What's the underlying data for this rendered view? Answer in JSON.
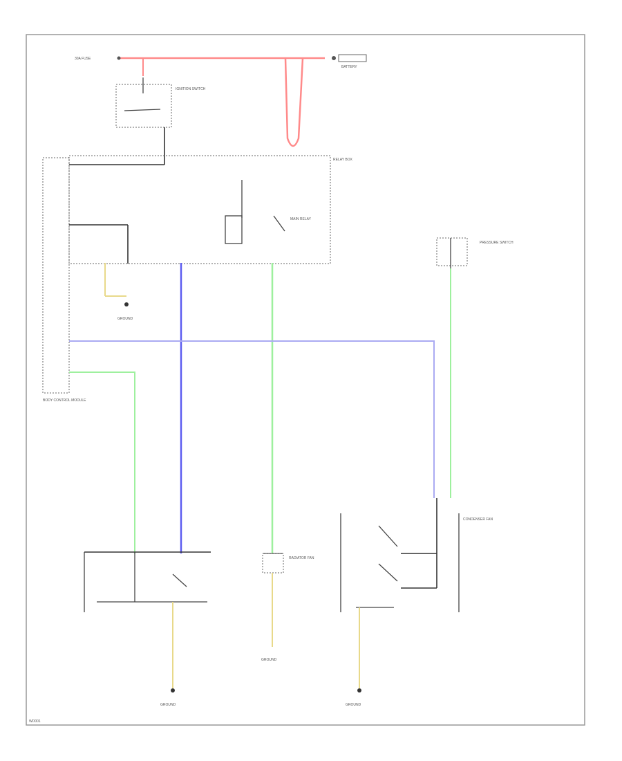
{
  "colors": {
    "red": "#ff8a8a",
    "blue": "#5c5cf0",
    "green": "#9ef09e",
    "yellow": "#e8d98a",
    "light_blue": "#aaaaf2",
    "black": "#333333",
    "gray": "#999999"
  },
  "labels": {
    "fuse_top_left": "30A FUSE",
    "battery": "BATTERY",
    "ignition_switch": "IGNITION SWITCH",
    "relay_box": "RELAY BOX",
    "body_control": "BODY CONTROL MODULE",
    "ground_left": "GROUND",
    "pressure_switch": "PRESSURE SWITCH",
    "main_relay": "MAIN RELAY",
    "condenser_fan": "CONDENSER FAN",
    "radiator_fan": "RADIATOR FAN",
    "ground_bottom_left": "GROUND",
    "ground_bottom_mid": "GROUND",
    "ground_bottom_right": "GROUND",
    "footer": "WD001"
  }
}
